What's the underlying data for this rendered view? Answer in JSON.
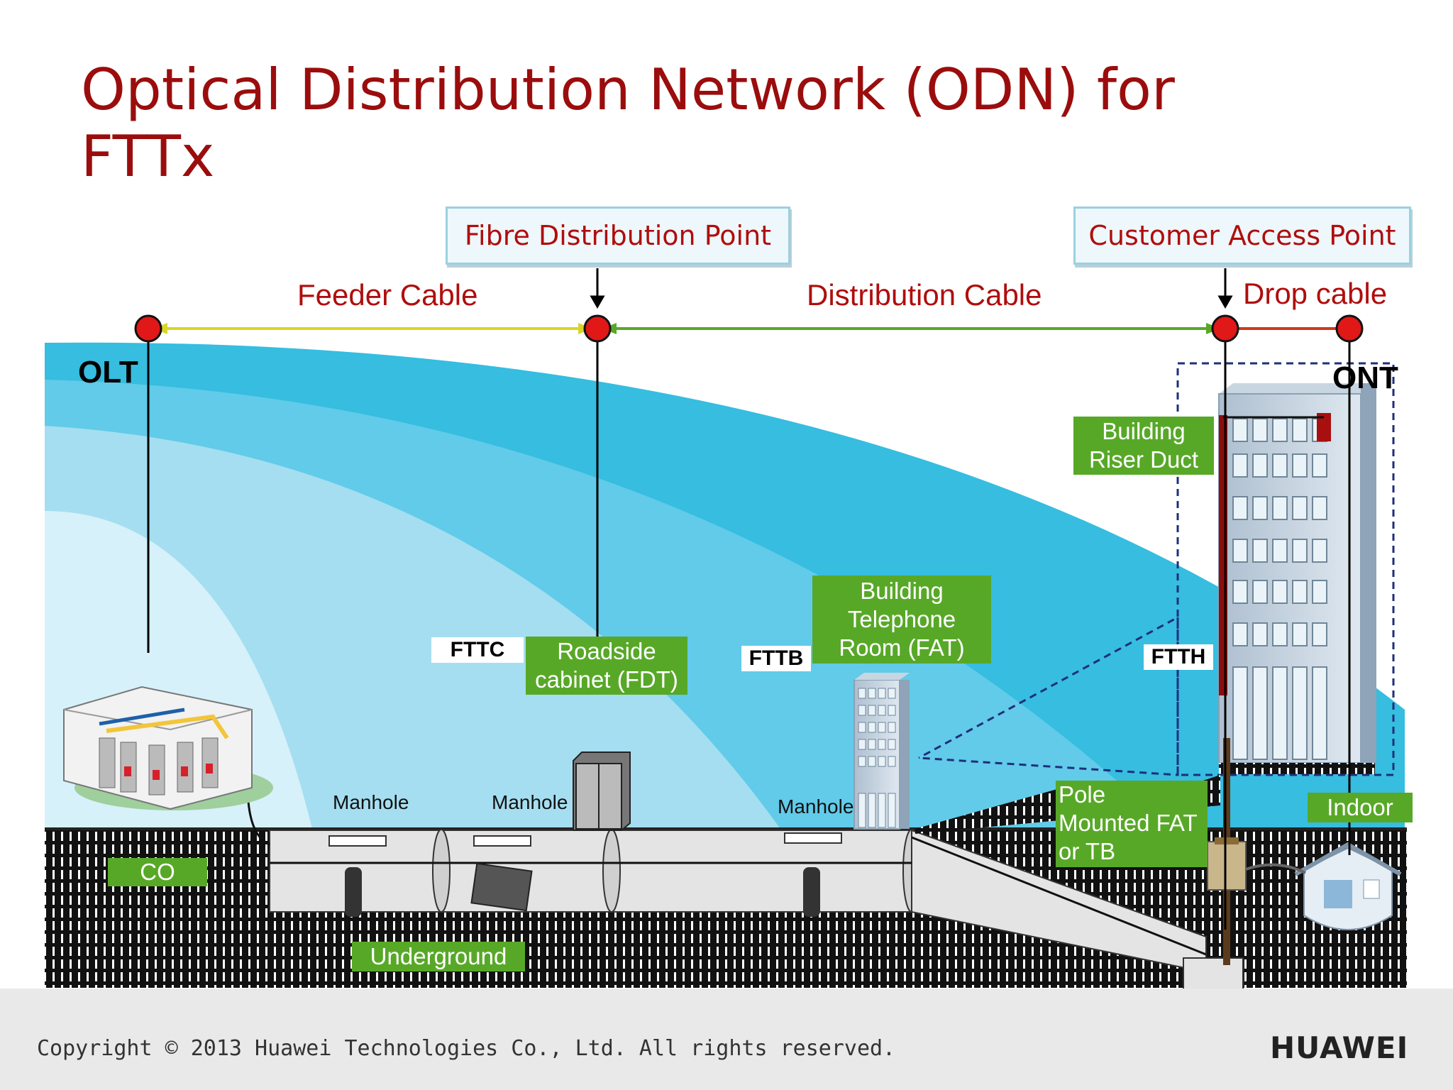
{
  "title": {
    "line1": "Optical Distribution Network (ODN) for",
    "line2": "FTTx"
  },
  "headers": {
    "fdp": "Fibre Distribution Point",
    "cap": "Customer Access Point"
  },
  "cables": {
    "feeder": "Feeder Cable",
    "distribution": "Distribution Cable",
    "drop": "Drop cable"
  },
  "nodes": {
    "olt": "OLT",
    "ont": "ONT"
  },
  "labels": {
    "riser_line1": "Building",
    "riser_line2": "Riser Duct",
    "btr_line1": "Building",
    "btr_line2": "Telephone",
    "btr_line3": "Room (FAT)",
    "fdt_line1": "Roadside",
    "fdt_line2": "cabinet (FDT)",
    "pole_line1": "Pole",
    "pole_line2": "Mounted FAT",
    "pole_line3": "or TB",
    "indoor": "Indoor",
    "co": "CO",
    "underground": "Underground"
  },
  "tags": {
    "fttc": "FTTC",
    "fttb": "FTTB",
    "ftth": "FTTH"
  },
  "manholes": {
    "m1": "Manhole",
    "m2": "Manhole",
    "m3": "Manhole"
  },
  "colors": {
    "feeder": "#d8d628",
    "distribution": "#58a828",
    "drop": "#cc3a1e",
    "title": "#9b0d0d",
    "label_green": "#58a828"
  },
  "footer": {
    "copyright": "Copyright © 2013 Huawei Technologies Co., Ltd. All rights reserved.",
    "brand": "HUAWEI"
  },
  "icons": {
    "logo": "huawei-flower-logo"
  }
}
